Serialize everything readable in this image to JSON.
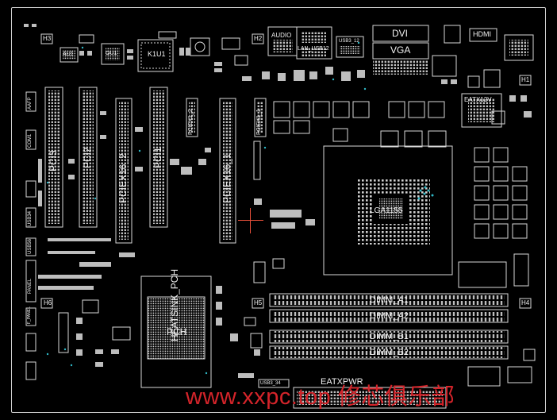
{
  "colors": {
    "background": "#000000",
    "silkscreen": "#d8d8d8",
    "pad": "#bdbdbd",
    "via": "#2fb8c6",
    "cursor": "#e8503a",
    "watermark": "#d4242a"
  },
  "labels": {
    "h3": "H3",
    "au1": "AU1",
    "ou1": "OU1",
    "k1u1": "K1U1",
    "h2": "H2",
    "audio": "AUDIO",
    "lan_usb12": "LAN_USB12",
    "usb3_12": "USB3_12",
    "dvi": "DVI",
    "vga": "VGA",
    "hdmi": "HDMI",
    "h1": "H1",
    "eatx12v": "EATX12V",
    "pci3": "PCI3",
    "pci2": "PCI2",
    "pciex16_2": "PCIEX16_2",
    "pci1": "PCI1",
    "pciex1_2": "PCIEX1_2",
    "pciex16_1": "PCIEX16_1",
    "pciex1_1": "PCIEX1_1",
    "com1": "COM1",
    "usb34": "USB34",
    "usb56": "USB56",
    "panel": "PANEL",
    "h6": "H6",
    "fp": "F_PANEL",
    "lpt": "AAFP",
    "lga1155": "LGA1155",
    "h5": "H5",
    "h4": "H4",
    "dimm_a1": "DIMM_A1",
    "dimm_a2": "DIMM_A2",
    "dimm_b1": "DIMM_B1",
    "dimm_b2": "DIMM_B2",
    "eatxpwr": "EATXPWR",
    "heatsink": "HEATSINK_PCH",
    "pch": "PCH",
    "usb3_34": "USB3_34",
    "watermark": "www.xxpc.top 修芯俱乐部"
  }
}
